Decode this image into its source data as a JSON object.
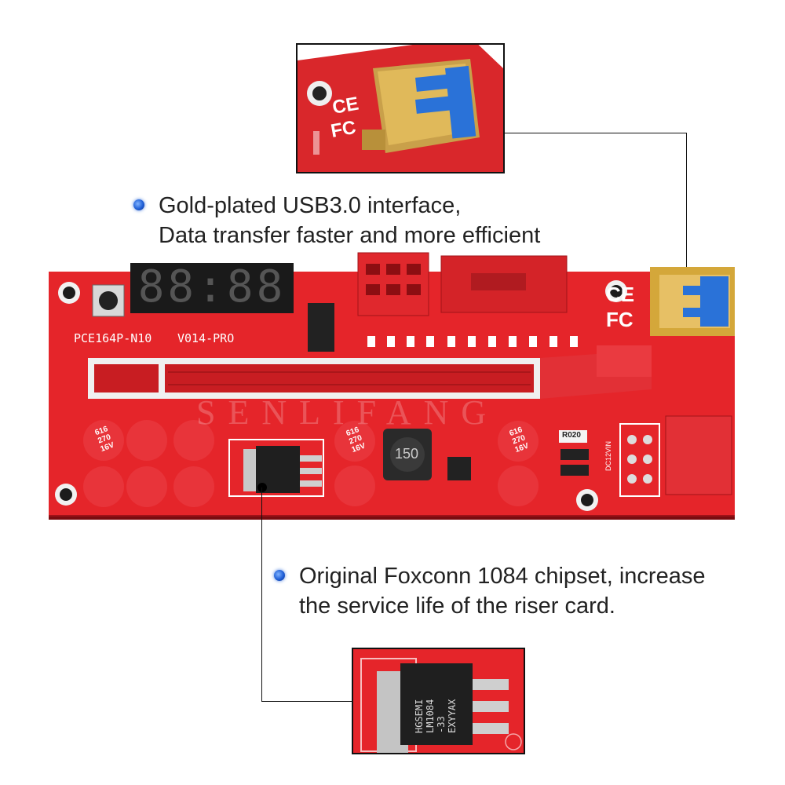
{
  "features": [
    {
      "lines": [
        "Gold-plated USB3.0 interface,",
        "Data transfer faster and more efficient"
      ]
    },
    {
      "lines": [
        "Original Foxconn 1084 chipset, increase",
        "the service life of the riser card."
      ]
    }
  ],
  "board": {
    "model_label": "PCE164P-N10",
    "version_label": "V014-PRO",
    "display_text": "88:88",
    "inductor_label": "150",
    "ce_mark": "CE",
    "fcc_mark": "FC",
    "resistor_label": "R020",
    "power_label": "DC12VIN",
    "capacitor_label": [
      "616",
      "270",
      "16V"
    ],
    "watermark": "SENLIFANG"
  },
  "chip_zoom": {
    "brand": "HGSEMI",
    "part": "LM1084",
    "suffix": "-33",
    "code": "EXYYAX"
  },
  "colors": {
    "board_red": "#e5252a",
    "gold": "#d4a73a",
    "usb_blue": "#2a72d8",
    "bullet_blue": "#1f5fd6"
  }
}
